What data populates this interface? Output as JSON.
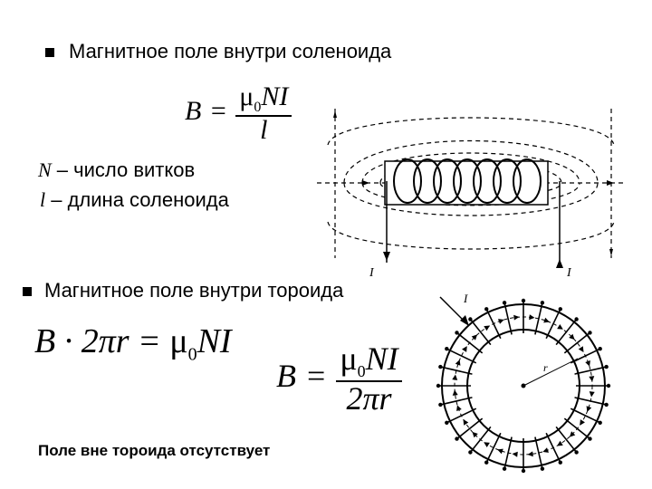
{
  "section1": {
    "heading": "Магнитное поле внутри соленоида",
    "formula": {
      "lhs": "B",
      "eq": "=",
      "numerator_mu": "μ",
      "numerator_sub": "0",
      "numerator_rest": "NI",
      "denominator": "l"
    },
    "definitions": [
      {
        "symbol": "N",
        "text": " – число витков"
      },
      {
        "symbol": "l",
        "text": " – длина соленоида"
      }
    ],
    "figure_current_labels": [
      "I",
      "I"
    ]
  },
  "section2": {
    "heading": "Магнитное поле внутри тороида",
    "formula1": {
      "lhs": "B · 2πr = ",
      "mu": "μ",
      "mu_sub": "0",
      "rest": "NI"
    },
    "formula2": {
      "lhs": "B",
      "eq": "=",
      "numerator_mu": "μ",
      "numerator_sub": "0",
      "numerator_rest": "NI",
      "denominator": "2πr"
    },
    "figure_labels": {
      "current": "I",
      "radius": "r"
    },
    "note": "Поле вне тороида отсутствует"
  },
  "icons": {
    "bullet": "square-bullet-icon"
  },
  "colors": {
    "ink": "#000000",
    "background": "#ffffff"
  }
}
